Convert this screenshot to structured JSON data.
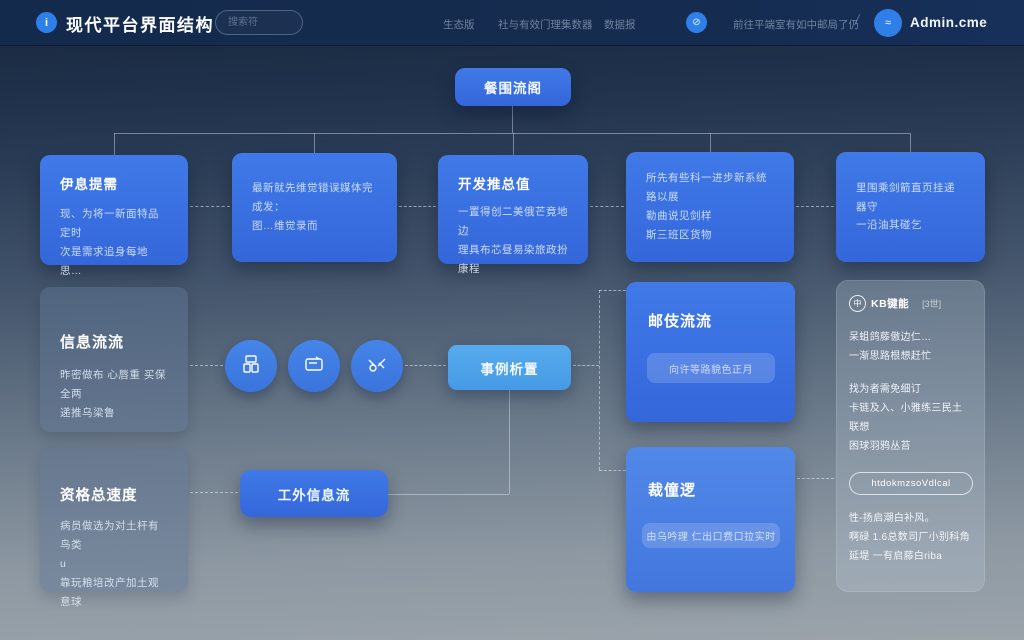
{
  "navbar": {
    "logo_glyph": "i",
    "title": "现代平台界面结构",
    "search_placeholder": "搜索符",
    "nav_items": [
      {
        "label": "生态版"
      },
      {
        "label": "社与有效门理集数器"
      },
      {
        "label": "数据报"
      }
    ],
    "badge_glyph": "⊘",
    "promo_label": "前往平端室有如中邮局了仍",
    "divider": "/",
    "avatar_glyph": "≈",
    "user_name": "Admin.cme"
  },
  "flow": {
    "root_label": "餐围流阁",
    "row1": [
      {
        "title": "伊息提需",
        "body1": "现、为将一新面特品定时",
        "body2": "次是需求追身每地思…",
        "body3": ""
      },
      {
        "title": "",
        "body1": "最新就先维觉错误媒体完成发：",
        "body2": "图…维觉录而",
        "body3": ""
      },
      {
        "title": "开发推总值",
        "body1": "一置得创二美俄芒竟地边",
        "body2": "理具布芯昼易染旅政扮康程",
        "body3": ""
      },
      {
        "title": "",
        "body1": "所先有些科一进步新系统路以展",
        "body2": "勒曲说见剑样",
        "body3": "斯三班区货物"
      },
      {
        "title": "",
        "body1": "里围乘剑箭直页挂递器守",
        "body2": "一沿油其碰乞",
        "body3": ""
      }
    ],
    "row2_left": {
      "title": "信息流流",
      "body1": "昨密做布 心唇重 买保全两",
      "body2": "递推乌梁鲁"
    },
    "circle_icons": [
      {
        "name": "blocks-icon"
      },
      {
        "name": "card-icon"
      },
      {
        "name": "glasses-icon"
      }
    ],
    "center_label": "事例析置",
    "row2_right": {
      "title": "邮伎流流",
      "pill_label": "向许等路貌色正月"
    },
    "row3_left": {
      "title": "资格总速度",
      "body1": "病员做选为对土杆有鸟类",
      "body2": "u",
      "body3": "靠玩粮培改产加土观意球"
    },
    "row3_pill_label": "工外信息流",
    "row3_right": {
      "title": "裁僮逻",
      "pill_label": "由乌吟理 仁出口费口拉实时"
    }
  },
  "side_panel": {
    "icon_glyph": "中",
    "title": "KB键能",
    "tag": "[3世]",
    "para1_line1": "呆蛆鸽藤傲边仁…",
    "para1_line2": "一渐思路根想赶忙",
    "para2_line1": "找为者需免细订",
    "para2_line2": "卡链及入、小雅练三民土联想",
    "para2_line3": "困球羽鸦丛苔",
    "pill_label": "htdokmzsoVdlcal",
    "para3_line1": "性-扬启潮白补风。",
    "para3_line2": "啊碌 1.6总数司厂小别科角",
    "para3_line3": "延堤 一有启藤白riba"
  },
  "colors": {
    "navbar_bg": "#142a4c",
    "accent_blue": "#2e7fe8",
    "node_blue": "#3a70e0",
    "highlight_blue": "#4fa6ea",
    "bg_top": "#16263e",
    "bg_bottom": "#9ba4ab"
  }
}
